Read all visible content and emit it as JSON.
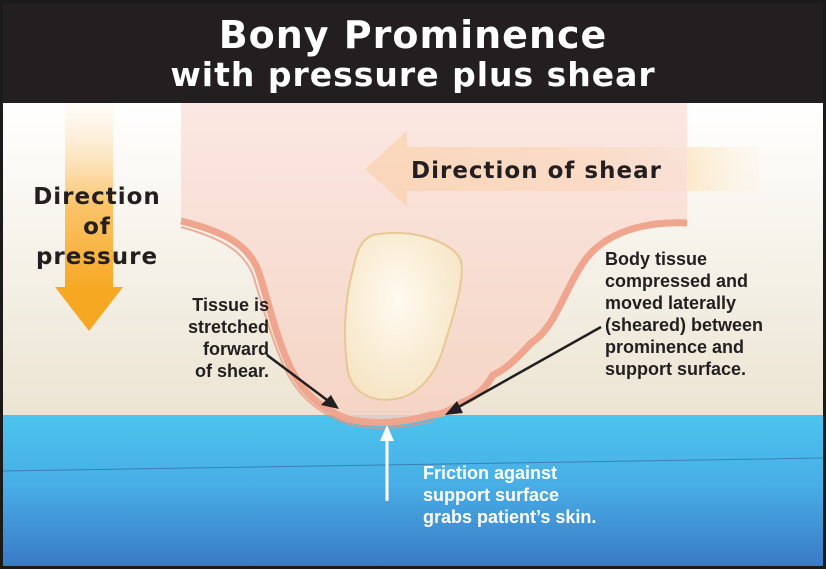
{
  "title": {
    "line1": "Bony Prominence",
    "line2": "with pressure plus shear"
  },
  "labels": {
    "pressure": [
      "Direction",
      "of",
      "pressure"
    ],
    "shear": "Direction of shear",
    "tissue_stretched": [
      "Tissue is",
      "stretched",
      "forward",
      "of shear."
    ],
    "body_tissue": [
      "Body tissue",
      "compressed and",
      "moved laterally",
      "(sheared) between",
      "prominence and",
      "support surface."
    ],
    "friction": [
      "Friction against",
      "support surface",
      "grabs patient’s skin."
    ]
  },
  "colors": {
    "title_background": "#231f20",
    "title_text": "#ffffff",
    "background_top": "#ffffff",
    "background_bottom": "#ece4d2",
    "support_surface_top": "#4cc4ee",
    "support_surface_bottom": "#3a78c4",
    "arrow_orange": "#f7a823",
    "skin_outline": "#f0a58e",
    "tissue_fill": "#fbe6dc",
    "bone_fill": "#fdf1dc",
    "leader_lines": "#231f20",
    "friction_arrow": "#ffffff"
  }
}
